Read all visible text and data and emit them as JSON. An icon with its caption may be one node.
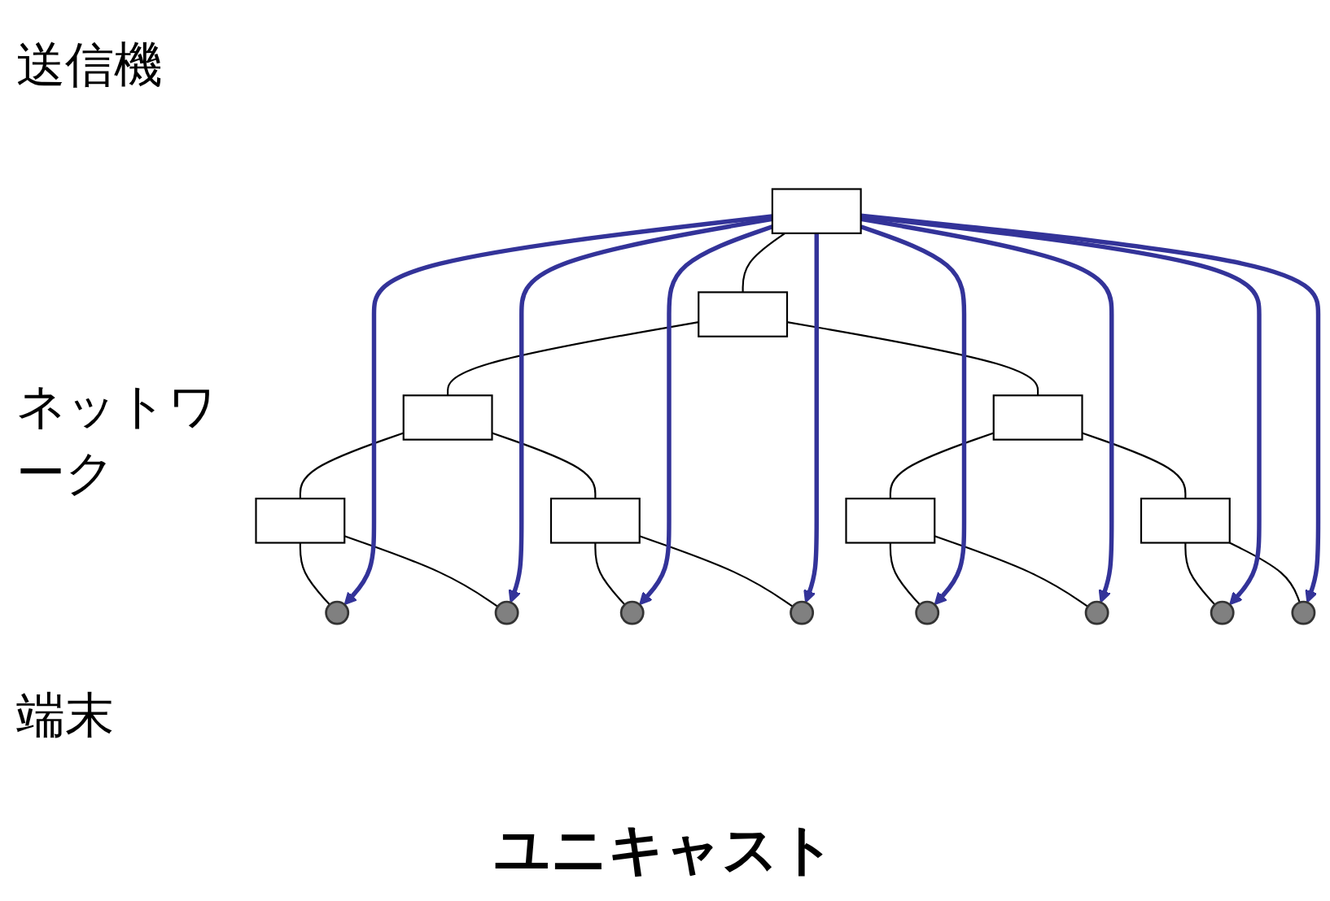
{
  "diagram": {
    "caption": "ユニキャスト",
    "nodes": [
      {
        "text": [],
        "shape": "box"
      },
      {
        "text": [],
        "shape": "box"
      },
      {
        "text": [],
        "shape": "box"
      },
      {
        "text": [],
        "shape": "box"
      },
      {
        "text": [],
        "shape": "box"
      },
      {
        "text": [],
        "shape": "box"
      },
      {
        "text": [],
        "shape": "box"
      },
      {
        "text": [],
        "shape": "box"
      },
      {
        "text": [],
        "shape": "circle"
      },
      {
        "text": [],
        "shape": "circle"
      },
      {
        "text": [],
        "shape": "circle"
      },
      {
        "text": [],
        "shape": "circle"
      },
      {
        "text": [],
        "shape": "circle"
      },
      {
        "text": [],
        "shape": "circle"
      },
      {
        "text": [],
        "shape": "circle"
      },
      {
        "text": [],
        "shape": "circle"
      }
    ],
    "edges": [
      {
        "from": 0,
        "to": 1,
        "arrow": "none"
      },
      {
        "from": 1,
        "to": 2,
        "arrow": "none"
      },
      {
        "from": 1,
        "to": 3,
        "arrow": "none"
      },
      {
        "from": 2,
        "to": 4,
        "arrow": "none"
      },
      {
        "from": 2,
        "to": 5,
        "arrow": "none"
      },
      {
        "from": 3,
        "to": 6,
        "arrow": "none"
      },
      {
        "from": 3,
        "to": 7,
        "arrow": "none"
      },
      {
        "from": 4,
        "to": 8,
        "arrow": "none"
      },
      {
        "from": 4,
        "to": 9,
        "arrow": "none"
      },
      {
        "from": 5,
        "to": 10,
        "arrow": "none"
      },
      {
        "from": 5,
        "to": 11,
        "arrow": "none"
      },
      {
        "from": 6,
        "to": 12,
        "arrow": "none"
      },
      {
        "from": 6,
        "to": 13,
        "arrow": "none"
      },
      {
        "from": 7,
        "to": 14,
        "arrow": "none"
      },
      {
        "from": 7,
        "to": 15,
        "arrow": "none"
      },
      {
        "from": 0,
        "to": 8,
        "arrow": "to",
        "style": "thick",
        "color": "#333399"
      },
      {
        "from": 0,
        "to": 9,
        "arrow": "to",
        "style": "thick",
        "color": "#333399"
      },
      {
        "from": 0,
        "to": 10,
        "arrow": "to",
        "style": "thick",
        "color": "#333399"
      },
      {
        "from": 0,
        "to": 11,
        "arrow": "to",
        "style": "thick",
        "color": "#333399"
      },
      {
        "from": 0,
        "to": 12,
        "arrow": "to",
        "style": "thick",
        "color": "#333399"
      },
      {
        "from": 0,
        "to": 13,
        "arrow": "to",
        "style": "thick",
        "color": "#333399"
      },
      {
        "from": 0,
        "to": 14,
        "arrow": "to",
        "style": "thick",
        "color": "#333399"
      },
      {
        "from": 0,
        "to": 15,
        "arrow": "to",
        "style": "thick",
        "color": "#333399"
      }
    ],
    "labels": [
      "送信機",
      "ネットワーク",
      "端末"
    ]
  }
}
